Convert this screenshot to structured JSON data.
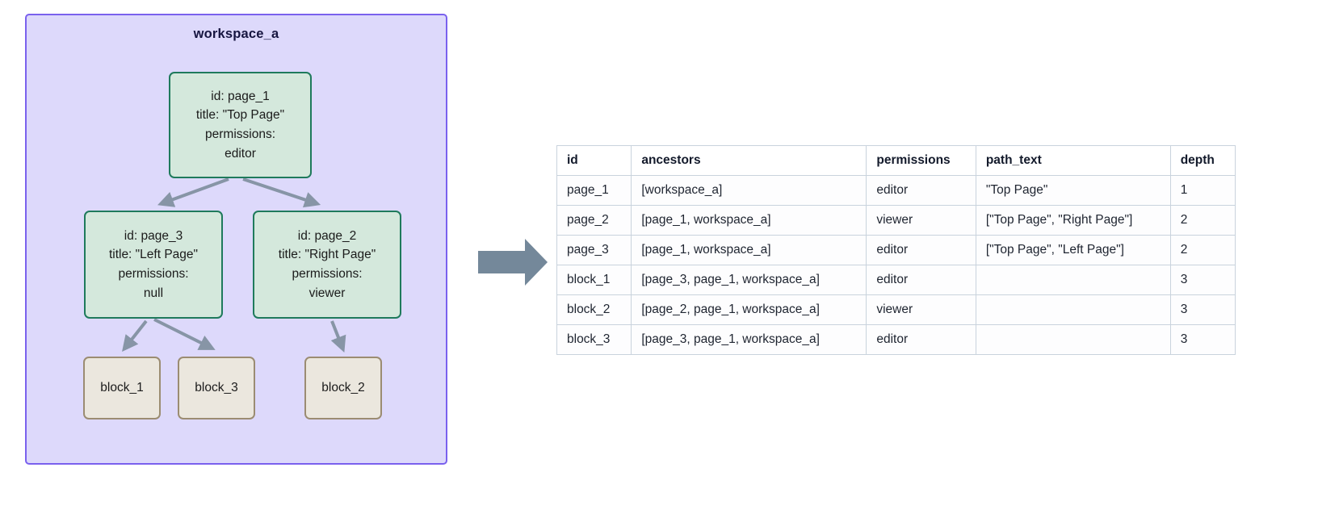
{
  "workspace": {
    "title": "workspace_a",
    "accent_border": "#7a61ee",
    "accent_fill": "#ddd9fb",
    "page_node_fill": "#d4e8dc",
    "page_node_border": "#1f7a5c",
    "block_node_fill": "#ebe7de",
    "block_node_border": "#9b8c72",
    "connector_color": "#8795a6",
    "nodes": [
      {
        "key": "page_1",
        "id_line": "id: page_1",
        "title_line": "title: \"Top Page\"",
        "permissions_label": "permissions:",
        "permissions_value": "editor"
      },
      {
        "key": "page_3",
        "id_line": "id: page_3",
        "title_line": "title: \"Left Page\"",
        "permissions_label": "permissions:",
        "permissions_value": "null"
      },
      {
        "key": "page_2",
        "id_line": "id: page_2",
        "title_line": "title: \"Right Page\"",
        "permissions_label": "permissions:",
        "permissions_value": "viewer"
      }
    ],
    "blocks": [
      {
        "key": "block_1",
        "label": "block_1"
      },
      {
        "key": "block_3",
        "label": "block_3"
      },
      {
        "key": "block_2",
        "label": "block_2"
      }
    ]
  },
  "transform_arrow": {
    "name": "right-arrow",
    "color": "#74889a"
  },
  "table": {
    "headers": [
      "id",
      "ancestors",
      "permissions",
      "path_text",
      "depth"
    ],
    "rows": [
      {
        "id": "page_1",
        "ancestors": "[workspace_a]",
        "permissions": "editor",
        "path_text": "\"Top Page\"",
        "depth": "1"
      },
      {
        "id": "page_2",
        "ancestors": "[page_1, workspace_a]",
        "permissions": "viewer",
        "path_text": "[\"Top Page\", \"Right Page\"]",
        "depth": "2"
      },
      {
        "id": "page_3",
        "ancestors": "[page_1, workspace_a]",
        "permissions": "editor",
        "path_text": "[\"Top Page\", \"Left Page\"]",
        "depth": "2"
      },
      {
        "id": "block_1",
        "ancestors": "[page_3, page_1, workspace_a]",
        "permissions": "editor",
        "path_text": "",
        "depth": "3"
      },
      {
        "id": "block_2",
        "ancestors": "[page_2, page_1, workspace_a]",
        "permissions": "viewer",
        "path_text": "",
        "depth": "3"
      },
      {
        "id": "block_3",
        "ancestors": "[page_3, page_1, workspace_a]",
        "permissions": "editor",
        "path_text": "",
        "depth": "3"
      }
    ]
  }
}
